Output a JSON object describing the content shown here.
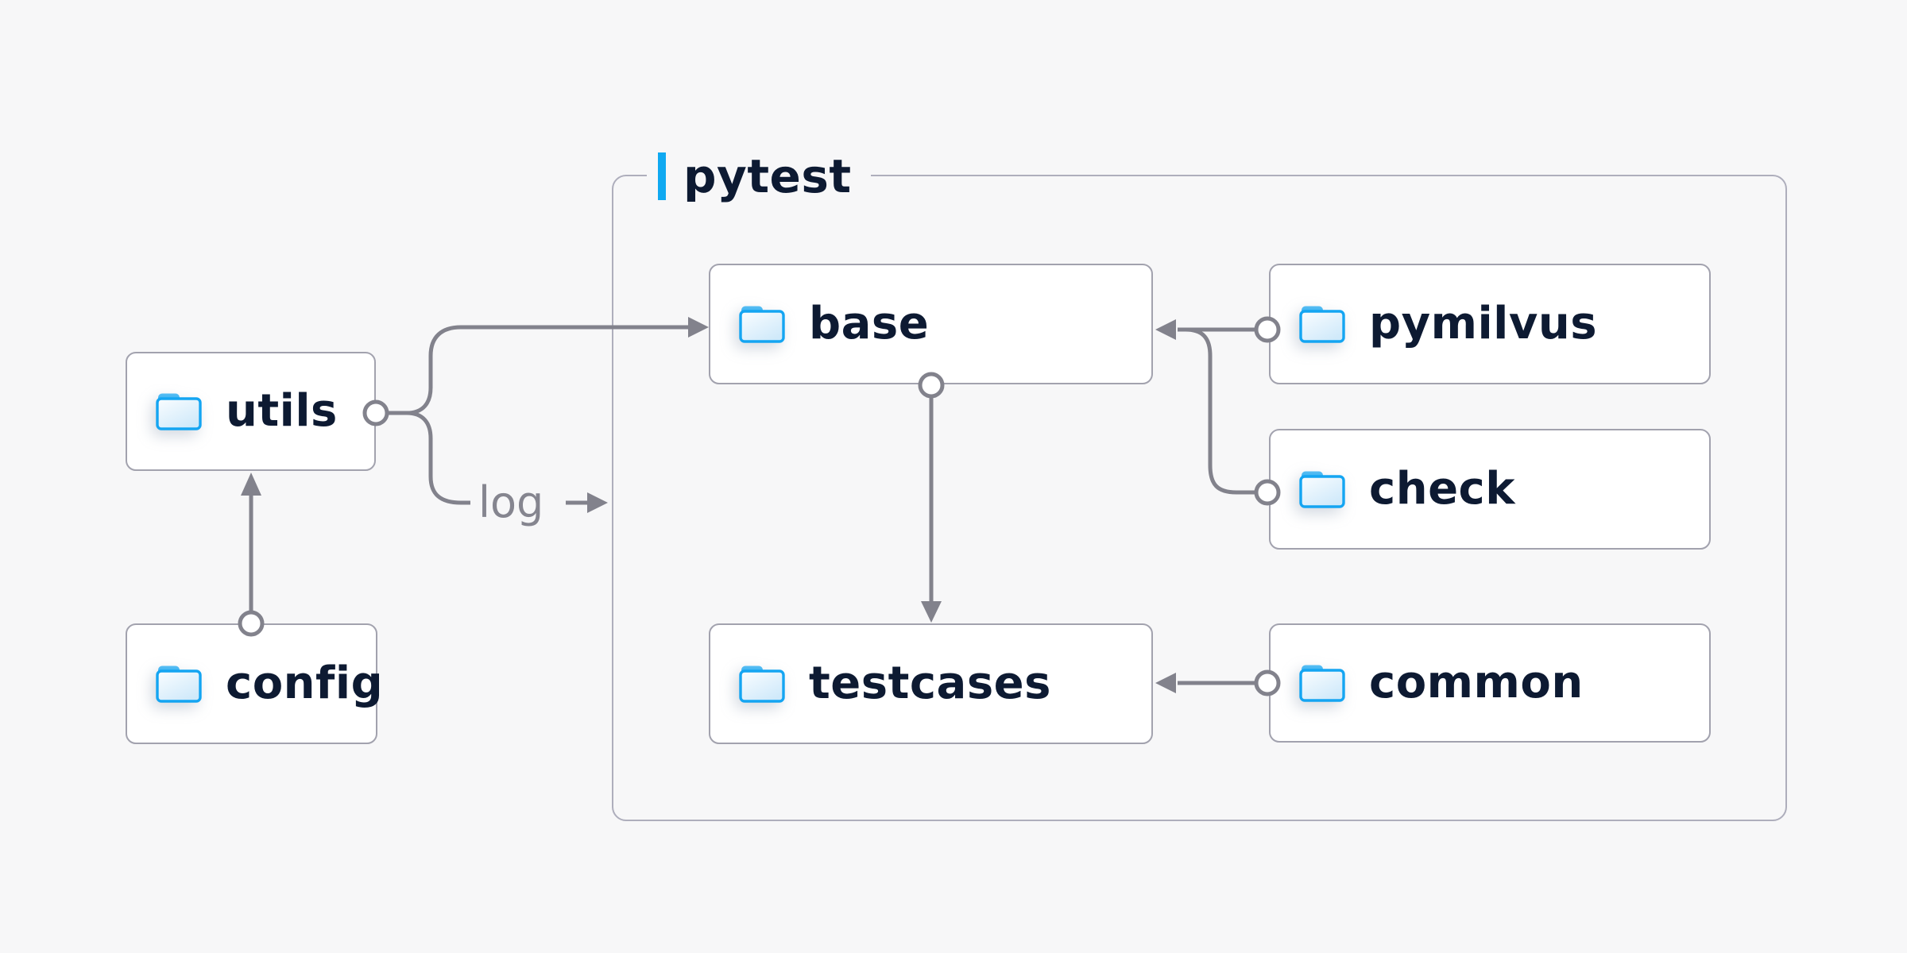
{
  "page": {
    "background_color": "#F7F7F8",
    "accent_color": "#10A9F1",
    "connector_color": "#82828C",
    "node_text_color": "#0D1A32",
    "node_border_color": "#A2A2AE",
    "group_border_color": "#AEAEBC",
    "folder_icon_color": "#14A5F2"
  },
  "group": {
    "label": "pytest"
  },
  "nodes": {
    "utils": {
      "label": "utils"
    },
    "config": {
      "label": "config"
    },
    "base": {
      "label": "base"
    },
    "pymilvus": {
      "label": "pymilvus"
    },
    "check": {
      "label": "check"
    },
    "testcases": {
      "label": "testcases"
    },
    "common": {
      "label": "common"
    }
  },
  "edge_labels": {
    "log": "log"
  },
  "edges": [
    {
      "from": "config",
      "to": "utils",
      "style": "arrow"
    },
    {
      "from": "utils",
      "to": "base",
      "style": "arrow"
    },
    {
      "from": "utils",
      "to": "log",
      "style": "labeled-arrow"
    },
    {
      "from": "pymilvus",
      "to": "base",
      "style": "arrow"
    },
    {
      "from": "check",
      "to": "base",
      "style": "arrow"
    },
    {
      "from": "base",
      "to": "testcases",
      "style": "arrow"
    },
    {
      "from": "common",
      "to": "testcases",
      "style": "arrow"
    }
  ]
}
